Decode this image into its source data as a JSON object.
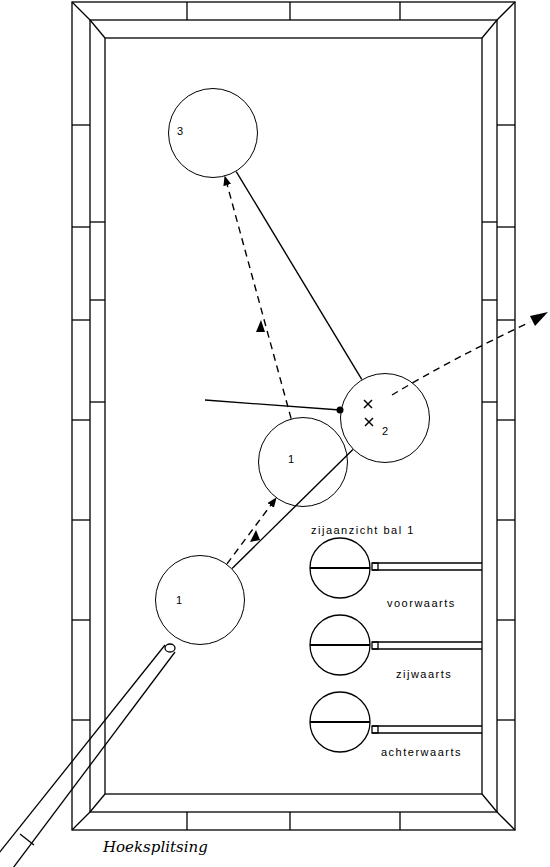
{
  "diagram": {
    "caption": "Hoeksplitsing",
    "nodes": [
      {
        "text": [
          "3"
        ]
      },
      {
        "text": [
          "2"
        ]
      },
      {
        "text": [
          "1"
        ]
      },
      {
        "text": [
          "1"
        ]
      }
    ],
    "edges": [
      {
        "from": 3,
        "to": 2,
        "arrow": "to"
      },
      {
        "from": 2,
        "to": 0,
        "arrow": "to"
      },
      {
        "from": 3,
        "to": 1,
        "arrow": "none"
      },
      {
        "from": 1,
        "to": 0,
        "arrow": "none"
      }
    ],
    "labels": [
      "zijaanzicht bal 1",
      "voorwaarts",
      "zijwaarts",
      "achterwaarts"
    ]
  }
}
